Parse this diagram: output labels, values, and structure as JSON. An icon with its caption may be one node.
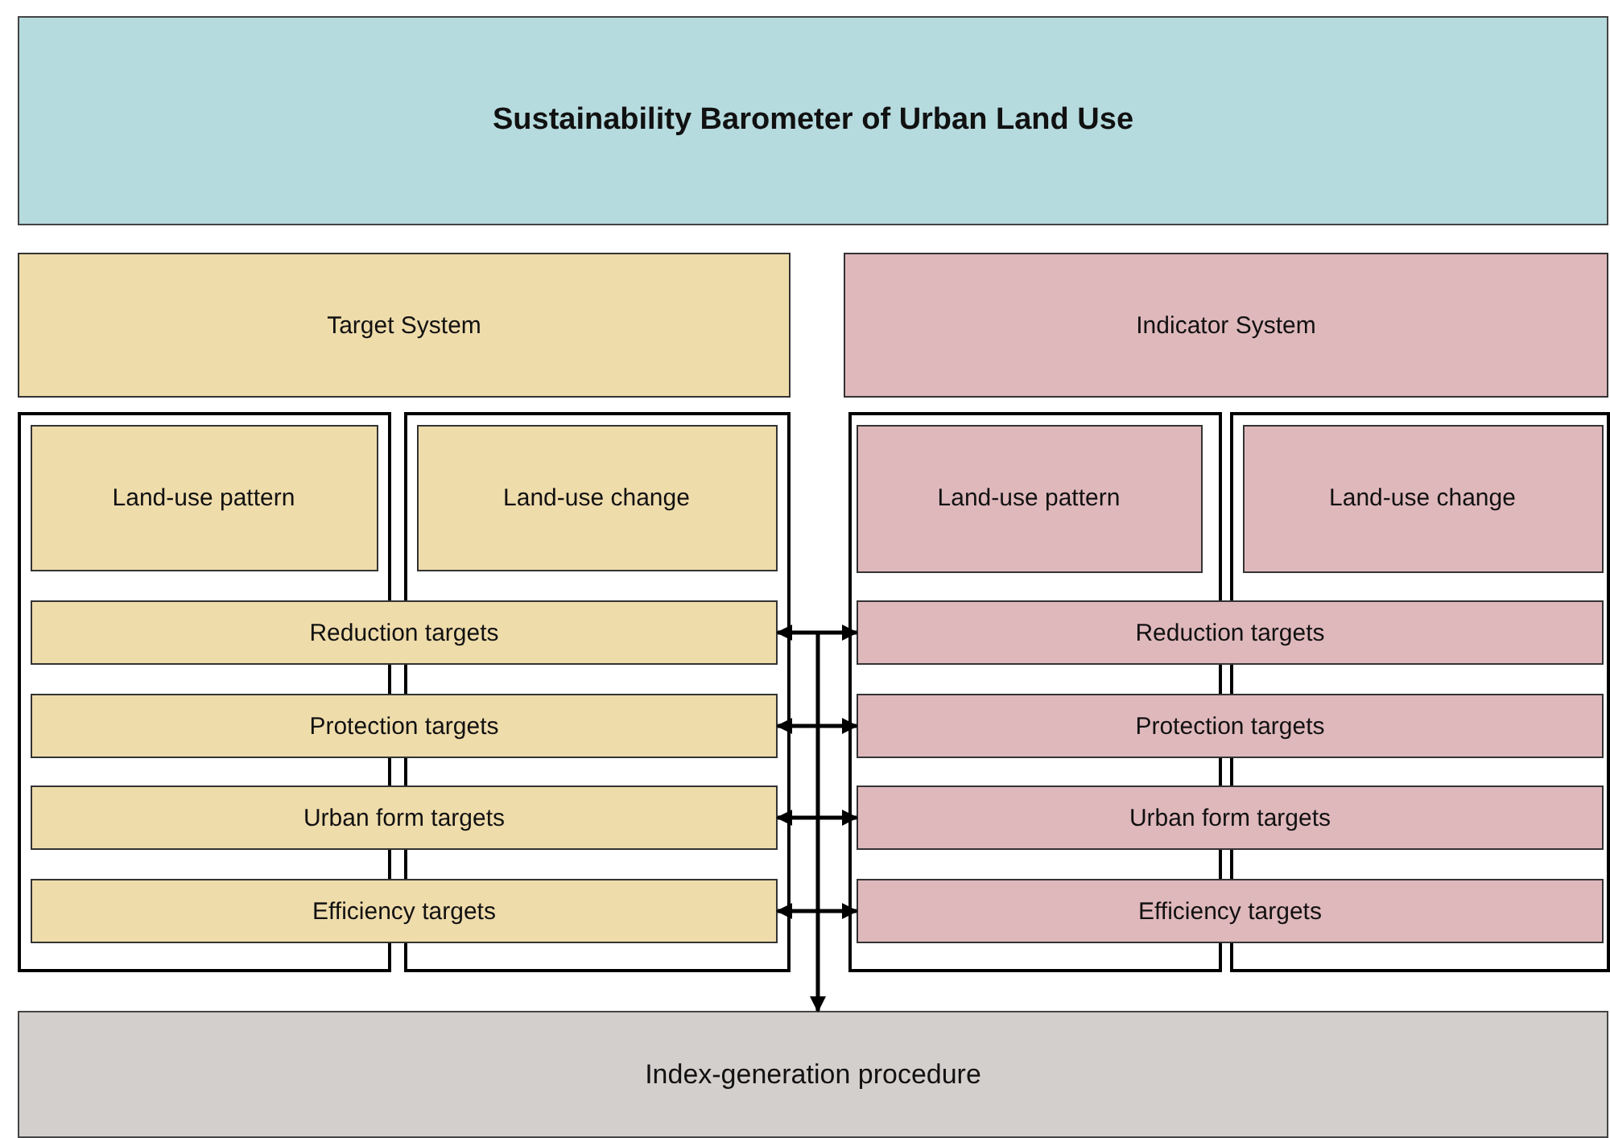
{
  "diagram": {
    "nodes": [
      {
        "text": [
          "Sustainability Barometer of Urban Land Use"
        ]
      },
      {
        "text": [
          "Target System"
        ]
      },
      {
        "text": [
          "Indicator System"
        ]
      },
      {
        "text": [],
        "shape": "box"
      },
      {
        "text": [
          "Land-use pattern"
        ],
        "in": 3
      },
      {
        "text": [],
        "shape": "box"
      },
      {
        "text": [
          "Land-use change"
        ],
        "in": 5
      },
      {
        "text": [
          "Reduction targets"
        ]
      },
      {
        "text": [
          "Protection targets"
        ]
      },
      {
        "text": [
          "Urban form targets"
        ]
      },
      {
        "text": [
          "Efficiency targets"
        ]
      },
      {
        "text": [],
        "shape": "box"
      },
      {
        "text": [
          "Land-use pattern"
        ],
        "in": 11
      },
      {
        "text": [],
        "shape": "box"
      },
      {
        "text": [
          "Land-use change"
        ],
        "in": 13
      },
      {
        "text": [
          "Reduction targets"
        ]
      },
      {
        "text": [
          "Protection targets"
        ]
      },
      {
        "text": [
          "Urban form targets"
        ]
      },
      {
        "text": [
          "Efficiency targets"
        ]
      },
      {
        "text": [
          "Index-generation procedure"
        ]
      }
    ],
    "edges": [
      {
        "from": 7,
        "to": 15,
        "arrow": "both"
      },
      {
        "from": 8,
        "to": 16,
        "arrow": "both"
      },
      {
        "from": 9,
        "to": 17,
        "arrow": "both"
      },
      {
        "from": 10,
        "to": 18,
        "arrow": "both"
      },
      {
        "from": null,
        "to": 19,
        "arrow": "to"
      }
    ]
  }
}
